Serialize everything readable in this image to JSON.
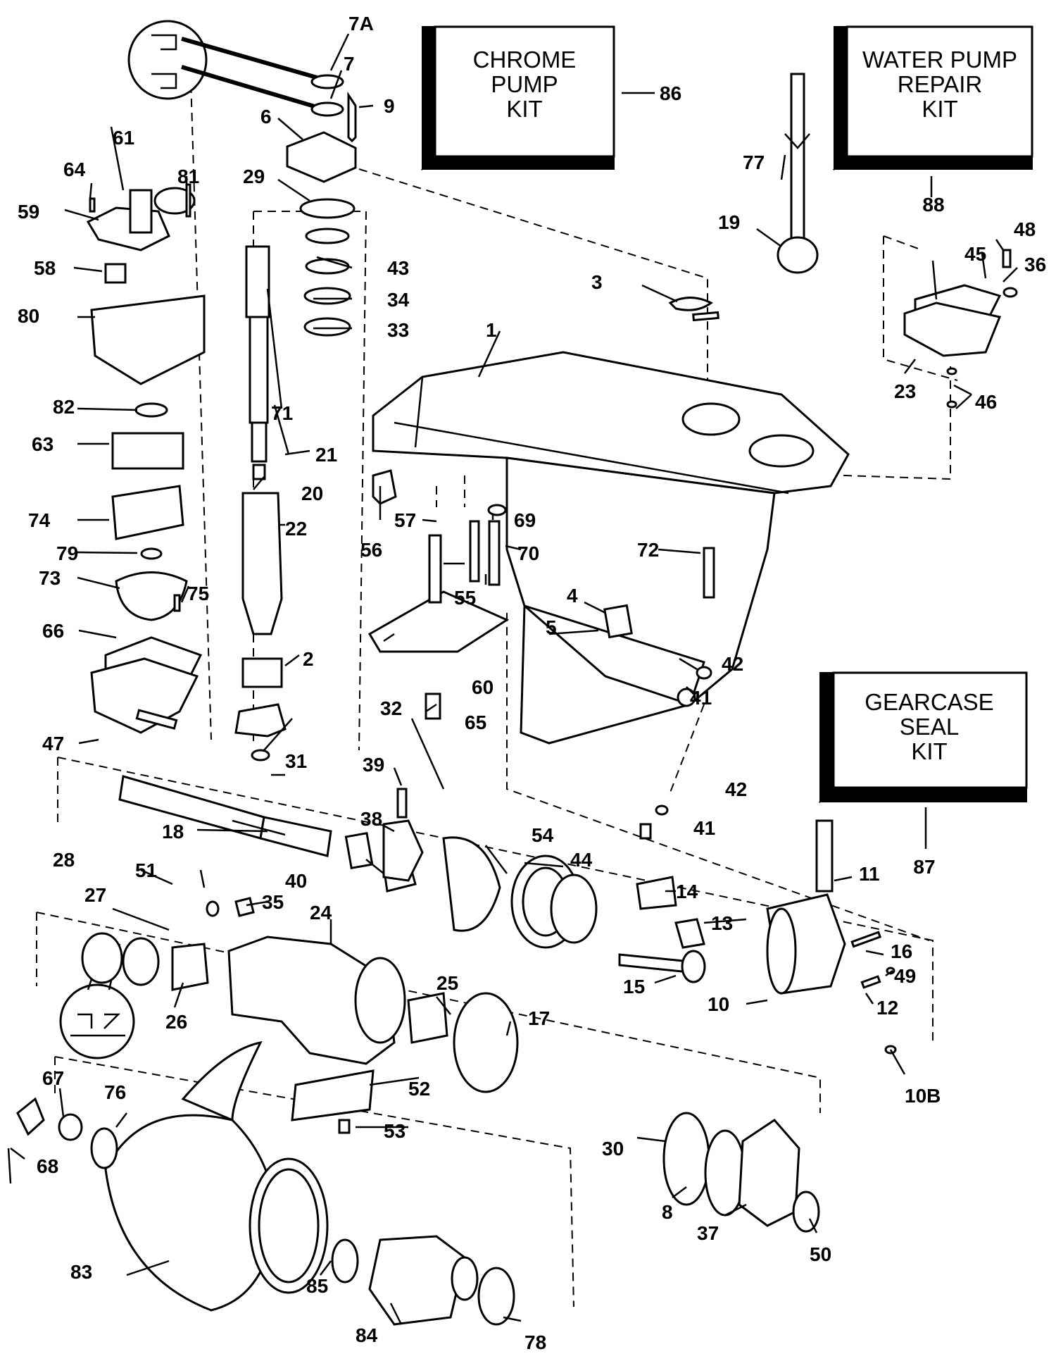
{
  "kits": [
    {
      "id": "chrome-pump-kit",
      "lines": [
        "CHROME",
        "PUMP",
        "KIT"
      ],
      "number": "86"
    },
    {
      "id": "water-pump-repair-kit",
      "lines": [
        "WATER PUMP",
        "REPAIR",
        "KIT"
      ],
      "number": "88"
    },
    {
      "id": "gearcase-seal-kit",
      "lines": [
        "GEARCASE",
        "SEAL",
        "KIT"
      ],
      "number": "87"
    }
  ],
  "callouts": [
    "7A",
    "7",
    "9",
    "6",
    "61",
    "64",
    "81",
    "59",
    "29",
    "43",
    "58",
    "34",
    "33",
    "80",
    "71",
    "82",
    "21",
    "63",
    "20",
    "74",
    "22",
    "79",
    "73",
    "75",
    "66",
    "2",
    "47",
    "32",
    "31",
    "18",
    "38",
    "40",
    "28",
    "51",
    "27",
    "35",
    "24",
    "26",
    "25",
    "17",
    "52",
    "67",
    "76",
    "53",
    "68",
    "83",
    "85",
    "84",
    "78",
    "3",
    "1",
    "56",
    "57",
    "69",
    "55",
    "70",
    "72",
    "4",
    "5",
    "42",
    "41",
    "60",
    "65",
    "39",
    "54",
    "44",
    "14",
    "13",
    "15",
    "11",
    "16",
    "49",
    "12",
    "10",
    "10B",
    "30",
    "8",
    "37",
    "50",
    "77",
    "19",
    "48",
    "45",
    "36",
    "23",
    "46"
  ]
}
